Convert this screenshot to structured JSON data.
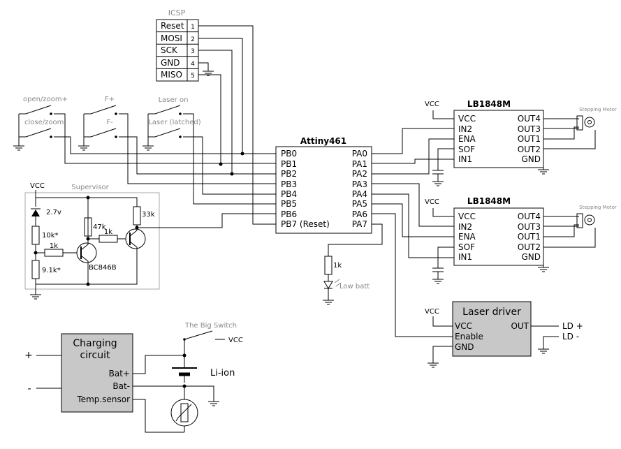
{
  "icsp": {
    "title": "ICSP",
    "pins": [
      {
        "label": "Reset",
        "num": "1"
      },
      {
        "label": "MOSI",
        "num": "2"
      },
      {
        "label": "SCK",
        "num": "3"
      },
      {
        "label": "GND",
        "num": "4"
      },
      {
        "label": "MISO",
        "num": "5"
      }
    ]
  },
  "switches": {
    "open_zoom": "open/zoom+",
    "close_zoom": "close/zoom-",
    "f_plus": "F+",
    "f_minus": "F-",
    "laser_on": "Laser on",
    "laser_latched": "Laser (latched)"
  },
  "mcu": {
    "name": "Attiny461",
    "left_pins": [
      "PB0",
      "PB1",
      "PB2",
      "PB3",
      "PB4",
      "PB5",
      "PB6",
      "PB7 (Reset)"
    ],
    "right_pins": [
      "PA0",
      "PA1",
      "PA2",
      "PA3",
      "PA4",
      "PA5",
      "PA6",
      "PA7"
    ]
  },
  "driver1": {
    "name": "LB1848M",
    "vcc": "VCC",
    "left_pins": [
      "VCC",
      "IN2",
      "ENA",
      "SOF",
      "IN1"
    ],
    "right_pins": [
      "OUT4",
      "OUT3",
      "OUT1",
      "OUT2",
      "GND"
    ],
    "motor_label": "Stepping Motor"
  },
  "driver2": {
    "name": "LB1848M",
    "vcc": "VCC",
    "left_pins": [
      "VCC",
      "IN2",
      "ENA",
      "SOF",
      "IN1"
    ],
    "right_pins": [
      "OUT4",
      "OUT3",
      "OUT1",
      "OUT2",
      "GND"
    ],
    "motor_label": "Stepping Motor"
  },
  "supervisor": {
    "title": "Supervisor",
    "vcc": "VCC",
    "zener": "2.7v",
    "r_top": "10k*",
    "r_bottom": "9.1k*",
    "r_base1": "1k",
    "r_col1": "47k",
    "r_base2": "1k",
    "r_col2": "33k",
    "transistor": "BC846B"
  },
  "led": {
    "resistor": "1k",
    "label": "Low batt"
  },
  "laser_driver": {
    "title": "Laser driver",
    "vcc": "VCC",
    "pins_left": [
      "VCC",
      "Enable",
      "GND"
    ],
    "pin_right": "OUT",
    "ld_plus": "LD +",
    "ld_minus": "LD -"
  },
  "charging": {
    "title_line1": "Charging",
    "title_line2": "circuit",
    "pins": [
      "Bat+",
      "Bat-",
      "Temp.sensor"
    ],
    "plus": "+",
    "minus": "-"
  },
  "battery": {
    "switch_label": "The Big Switch",
    "vcc": "VCC",
    "label": "Li-ion"
  },
  "colors": {
    "wire": "#000000",
    "label_gray": "#888888",
    "block_fill": "#c8c8c8"
  }
}
